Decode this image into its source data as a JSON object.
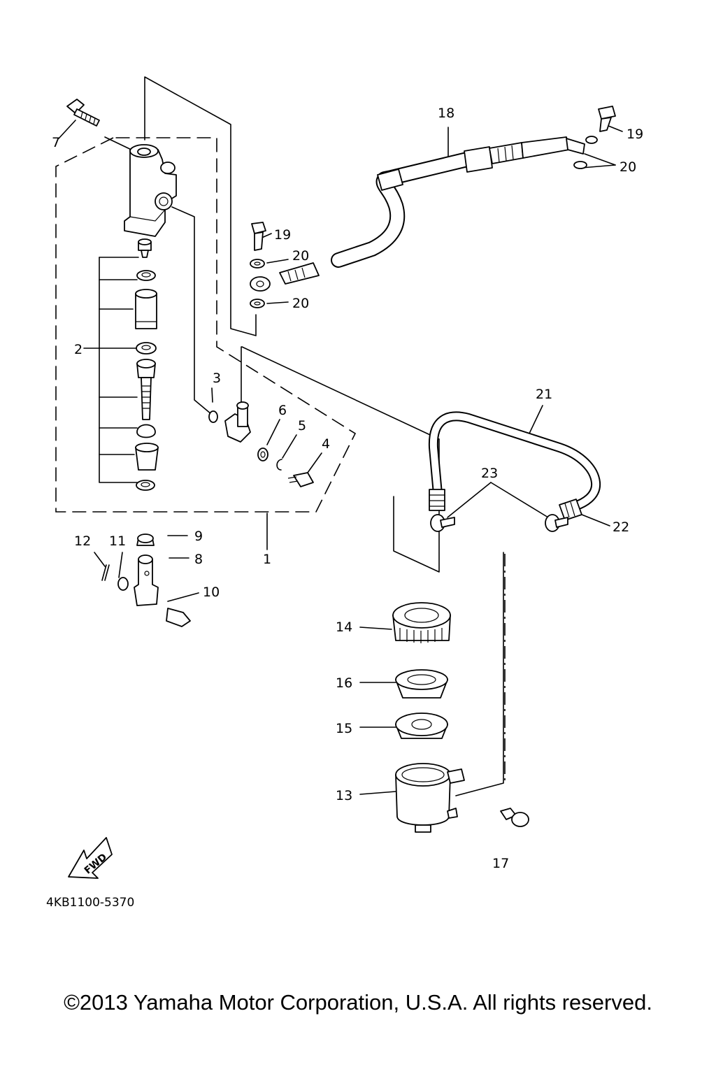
{
  "labels": {
    "l1": "1",
    "l2": "2",
    "l3": "3",
    "l4": "4",
    "l5": "5",
    "l6": "6",
    "l7": "7",
    "l8": "8",
    "l9": "9",
    "l10": "10",
    "l11": "11",
    "l12": "12",
    "l13": "13",
    "l14": "14",
    "l15": "15",
    "l16": "16",
    "l17": "17",
    "l18": "18",
    "l19a": "19",
    "l19b": "19",
    "l20a": "20",
    "l20b": "20",
    "l20c": "20",
    "l21": "21",
    "l22": "22",
    "l23": "23"
  },
  "fwd_label": "FWD",
  "diagram_code": "4KB1100-5370",
  "copyright": "©2013 Yamaha Motor Corporation, U.S.A. All rights reserved."
}
